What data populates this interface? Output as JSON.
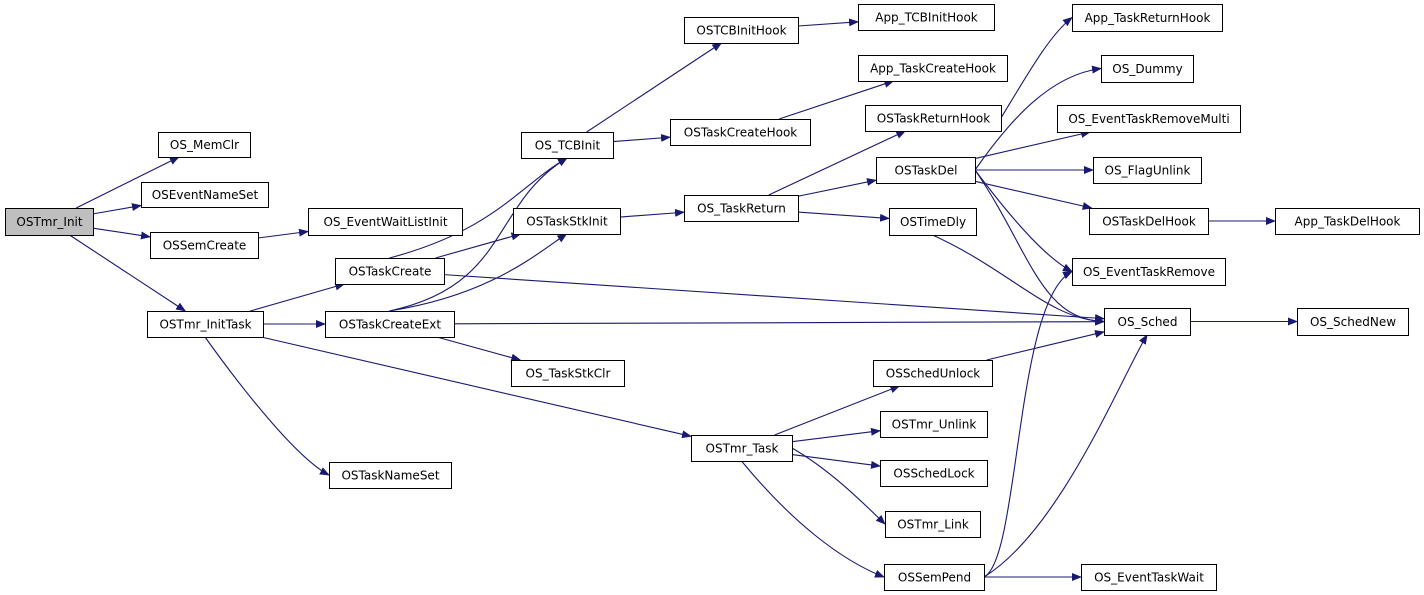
{
  "colors": {
    "edge": "#191970",
    "root_fill": "#bfbfbf",
    "node_fill": "#ffffff",
    "border": "#000000"
  },
  "nodes": {
    "ostmr_init": "OSTmr_Init",
    "os_memclr": "OS_MemClr",
    "oseventnameset": "OSEventNameSet",
    "ossemcreate": "OSSemCreate",
    "os_eventwaitlistinit": "OS_EventWaitListInit",
    "ostmr_inittask": "OSTmr_InitTask",
    "ostaskcreate": "OSTaskCreate",
    "ostaskcreateext": "OSTaskCreateExt",
    "ostasknameset": "OSTaskNameSet",
    "os_tcbinit": "OS_TCBInit",
    "ostaskstkinit": "OSTaskStkInit",
    "os_taskstkclr": "OS_TaskStkClr",
    "ostcbinithook": "OSTCBInitHook",
    "ostaskcreatehook": "OSTaskCreateHook",
    "app_tcbinithook": "App_TCBInitHook",
    "app_taskcreatehook": "App_TaskCreateHook",
    "os_taskreturn": "OS_TaskReturn",
    "ostaskreturnhook": "OSTaskReturnHook",
    "app_taskreturnhook": "App_TaskReturnHook",
    "ostaskdel": "OSTaskDel",
    "ostimedly": "OSTimeDly",
    "os_dummy": "OS_Dummy",
    "os_eventtaskremovemulti": "OS_EventTaskRemoveMulti",
    "os_flagunlink": "OS_FlagUnlink",
    "ostaskdelhook": "OSTaskDelHook",
    "app_taskdelhook": "App_TaskDelHook",
    "os_eventtaskremove": "OS_EventTaskRemove",
    "os_sched": "OS_Sched",
    "os_schednew": "OS_SchedNew",
    "ostmr_task": "OSTmr_Task",
    "osschedunlock": "OSSchedUnlock",
    "ostmr_unlink": "OSTmr_Unlink",
    "osschedlock": "OSSchedLock",
    "ostmr_link": "OSTmr_Link",
    "ossempend": "OSSemPend",
    "os_eventtaskwait": "OS_EventTaskWait"
  },
  "root": "ostmr_init",
  "edges": [
    [
      "ostmr_init",
      "os_memclr"
    ],
    [
      "ostmr_init",
      "oseventnameset"
    ],
    [
      "ostmr_init",
      "ossemcreate"
    ],
    [
      "ostmr_init",
      "ostmr_inittask"
    ],
    [
      "ossemcreate",
      "os_eventwaitlistinit"
    ],
    [
      "ostmr_inittask",
      "ostaskcreate"
    ],
    [
      "ostmr_inittask",
      "ostaskcreateext"
    ],
    [
      "ostmr_inittask",
      "ostasknameset"
    ],
    [
      "ostmr_inittask",
      "ostmr_task"
    ],
    [
      "ostaskcreate",
      "os_tcbinit"
    ],
    [
      "ostaskcreate",
      "ostaskstkinit"
    ],
    [
      "ostaskcreate",
      "os_sched"
    ],
    [
      "ostaskcreateext",
      "os_tcbinit"
    ],
    [
      "ostaskcreateext",
      "ostaskstkinit"
    ],
    [
      "ostaskcreateext",
      "os_taskstkclr"
    ],
    [
      "ostaskcreateext",
      "os_sched"
    ],
    [
      "os_tcbinit",
      "ostcbinithook"
    ],
    [
      "os_tcbinit",
      "ostaskcreatehook"
    ],
    [
      "ostcbinithook",
      "app_tcbinithook"
    ],
    [
      "ostaskcreatehook",
      "app_taskcreatehook"
    ],
    [
      "ostaskstkinit",
      "os_taskreturn"
    ],
    [
      "os_taskreturn",
      "ostaskreturnhook"
    ],
    [
      "os_taskreturn",
      "ostaskdel"
    ],
    [
      "os_taskreturn",
      "ostimedly"
    ],
    [
      "ostaskreturnhook",
      "app_taskreturnhook"
    ],
    [
      "ostaskdel",
      "os_dummy"
    ],
    [
      "ostaskdel",
      "os_eventtaskremovemulti"
    ],
    [
      "ostaskdel",
      "os_flagunlink"
    ],
    [
      "ostaskdel",
      "ostaskdelhook"
    ],
    [
      "ostaskdel",
      "os_eventtaskremove"
    ],
    [
      "ostaskdel",
      "os_sched"
    ],
    [
      "ostaskdelhook",
      "app_taskdelhook"
    ],
    [
      "ostimedly",
      "os_sched"
    ],
    [
      "os_sched",
      "os_schednew"
    ],
    [
      "ostmr_task",
      "osschedunlock"
    ],
    [
      "ostmr_task",
      "ostmr_unlink"
    ],
    [
      "ostmr_task",
      "osschedlock"
    ],
    [
      "ostmr_task",
      "ostmr_link"
    ],
    [
      "ostmr_task",
      "ossempend"
    ],
    [
      "osschedunlock",
      "os_sched"
    ],
    [
      "ossempend",
      "os_eventtaskwait"
    ],
    [
      "ossempend",
      "os_eventtaskremove"
    ],
    [
      "ossempend",
      "os_sched"
    ]
  ]
}
